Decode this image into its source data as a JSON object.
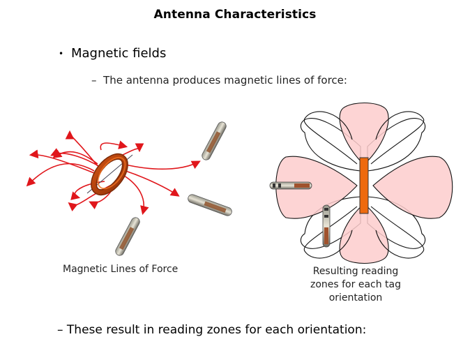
{
  "slide": {
    "title": "Antenna Characteristics",
    "bullets": [
      {
        "marker": "•",
        "text": "Magnetic fields",
        "sub": [
          {
            "marker": "–",
            "text": "The antenna produces magnetic lines of force:"
          }
        ]
      }
    ],
    "figures": {
      "left": {
        "caption": "Magnetic Lines of Force",
        "elements": [
          "coil-antenna",
          "magnetic-field-lines",
          "rfid-tag-upper-right",
          "rfid-tag-right",
          "rfid-tag-bottom"
        ],
        "field_color": "#e0161b",
        "coil_color": "#b5400e"
      },
      "right": {
        "caption_lines": [
          "Resulting reading",
          "zones for each tag",
          "orientation"
        ],
        "elements": [
          "reading-zone-lobes",
          "antenna-bar",
          "rfid-tag-horizontal",
          "rfid-tag-vertical"
        ],
        "lobe_fill": "#fdcccc",
        "antenna_color": "#ee6a0e"
      }
    },
    "footer_bullet": "– These result in reading zones for each orientation:"
  }
}
